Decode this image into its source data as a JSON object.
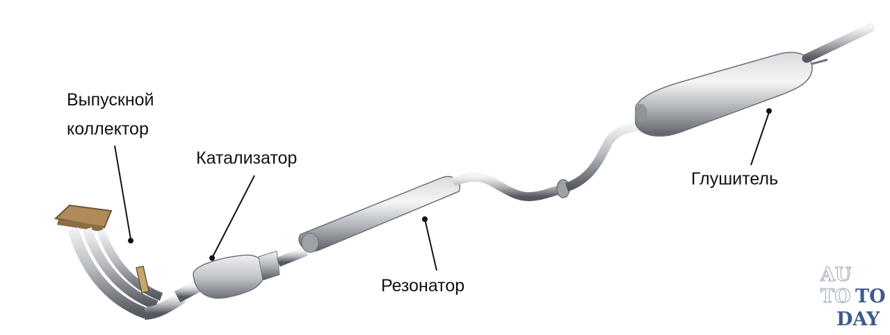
{
  "labels": {
    "manifold_line1": "Выпускной",
    "manifold_line2": "коллектор",
    "catalyst": "Катализатор",
    "resonator": "Резонатор",
    "muffler": "Глушитель"
  },
  "watermark": {
    "part1": "AU",
    "part2": "TO",
    "part3": "TO",
    "part4": "DAY",
    "outline_color": "#9aa3b5",
    "fill_color": "#3d5a8a"
  },
  "colors": {
    "metal_light": "#e4e6e8",
    "metal_mid": "#a7abb0",
    "metal_dark": "#5e6268",
    "pointer": "#111111"
  }
}
